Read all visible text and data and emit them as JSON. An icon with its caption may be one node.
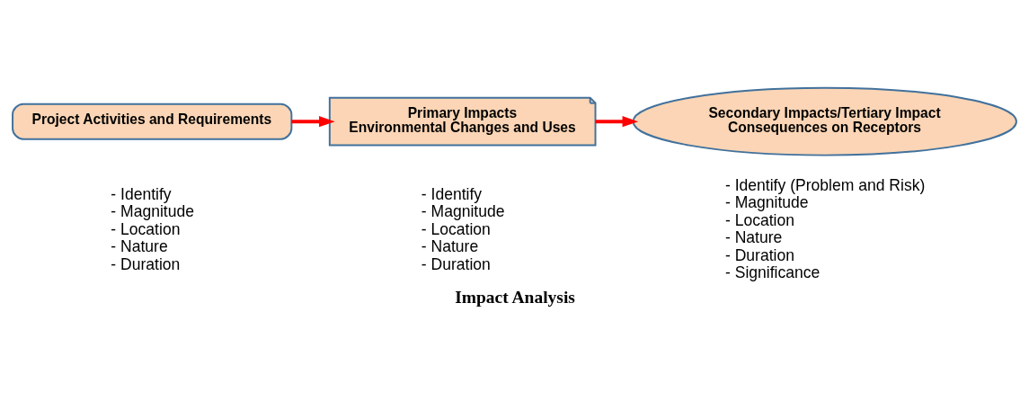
{
  "diagram": {
    "caption": "Impact Analysis",
    "nodes": [
      {
        "text": [
          "Project Activities and Requirements"
        ],
        "beside": [
          "- Identify",
          "- Magnitude",
          "- Location",
          "- Nature",
          "- Duration"
        ]
      },
      {
        "text": [
          "Primary Impacts",
          "Environmental Changes and Uses"
        ],
        "beside": [
          "- Identify",
          "- Magnitude",
          "- Location",
          "- Nature",
          "- Duration"
        ]
      },
      {
        "text": [
          "Secondary Impacts/Tertiary Impact",
          "Consequences on Receptors"
        ],
        "beside": [
          "- Identify (Problem and Risk)",
          "- Magnitude",
          "- Location",
          "- Nature",
          "- Duration",
          "- Significance"
        ]
      }
    ],
    "edges": [
      {
        "from": 0,
        "to": 1,
        "arrow": "to"
      },
      {
        "from": 1,
        "to": 2,
        "arrow": "to"
      }
    ]
  }
}
